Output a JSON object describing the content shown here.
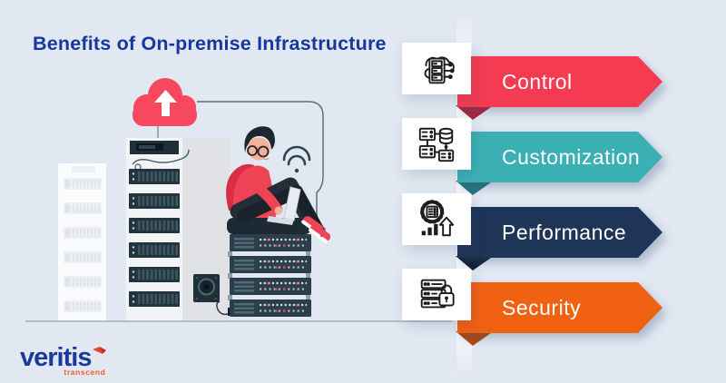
{
  "background": "#e1e8f2",
  "title": {
    "text": "Benefits of On-premise Infrastructure",
    "color": "#17379e"
  },
  "benefits": [
    {
      "label": "Control",
      "arrow_color": "#f43b52",
      "fold_color": "#ad2136",
      "icon": "cloud-server-icon"
    },
    {
      "label": "Customization",
      "arrow_color": "#3bb0b4",
      "fold_color": "#21767c",
      "icon": "connected-servers-database-icon"
    },
    {
      "label": "Performance",
      "arrow_color": "#1e3557",
      "fold_color": "#0e1c33",
      "icon": "gear-server-growth-icon"
    },
    {
      "label": "Security",
      "arrow_color": "#f16112",
      "fold_color": "#b3470a",
      "icon": "server-padlock-icon"
    }
  ],
  "logo": {
    "name": "veritis",
    "tagline": "transcend",
    "name_color": "#1c3a9c",
    "tagline_color": "#f05a28",
    "check_color": "#e8402f"
  }
}
